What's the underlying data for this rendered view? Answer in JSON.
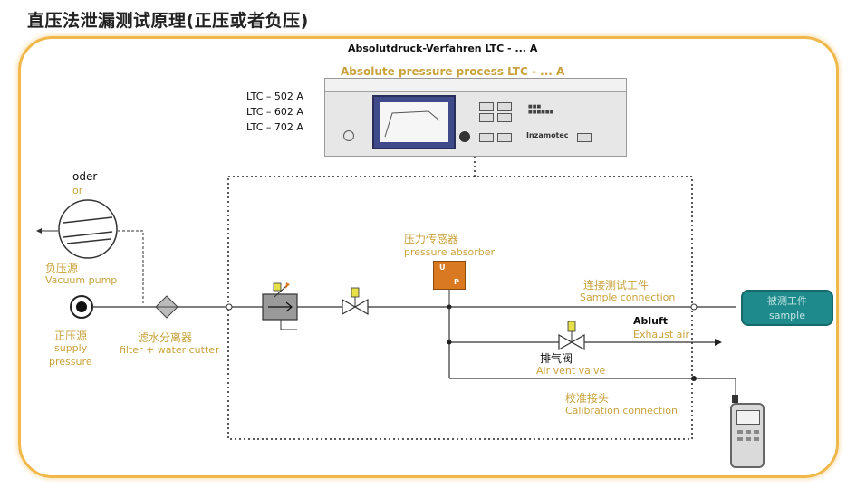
{
  "page_title": "直压法泄漏测试原理(正压或者负压)",
  "instrument": {
    "title_de": "Absolutdruck-Verfahren  LTC - ... A",
    "title_en": "Absolute pressure process LTC - ... A",
    "models": [
      "LTC – 502 A",
      "LTC – 602 A",
      "LTC – 702 A"
    ],
    "brand": "Inzamotec"
  },
  "vacuum": {
    "oder": "oder",
    "or": "or",
    "label_cn": "负压源",
    "label_en": "Vacuum pump"
  },
  "supply": {
    "label_cn": "正压源",
    "label_en_1": "supply",
    "label_en_2": "pressure"
  },
  "filter": {
    "label_cn": "滤水分离器",
    "label_en": "filter + water cutter"
  },
  "pressure": {
    "label_cn": "压力传感器",
    "label_en": "pressure absorber",
    "symbol_u": "U",
    "symbol_p": "P"
  },
  "sample_conn": {
    "label_cn": "连接测试工件",
    "label_en": "Sample connection"
  },
  "sample_box": {
    "label_cn": "被测工件",
    "label_en": "sample"
  },
  "exhaust": {
    "label_de": "Abluft",
    "label_en": "Exhaust air"
  },
  "vent": {
    "label_cn": "排气阀",
    "label_en": "Air vent valve"
  },
  "calibration": {
    "label_cn": "校准接头",
    "label_en": "Calibration connection"
  },
  "colors": {
    "frame": "#f0b84b",
    "gold_text": "#c9a23c",
    "pressure_box": "#d97a22",
    "sample_box": "#1f8a8c",
    "valve_yellow": "#e6e04a"
  }
}
